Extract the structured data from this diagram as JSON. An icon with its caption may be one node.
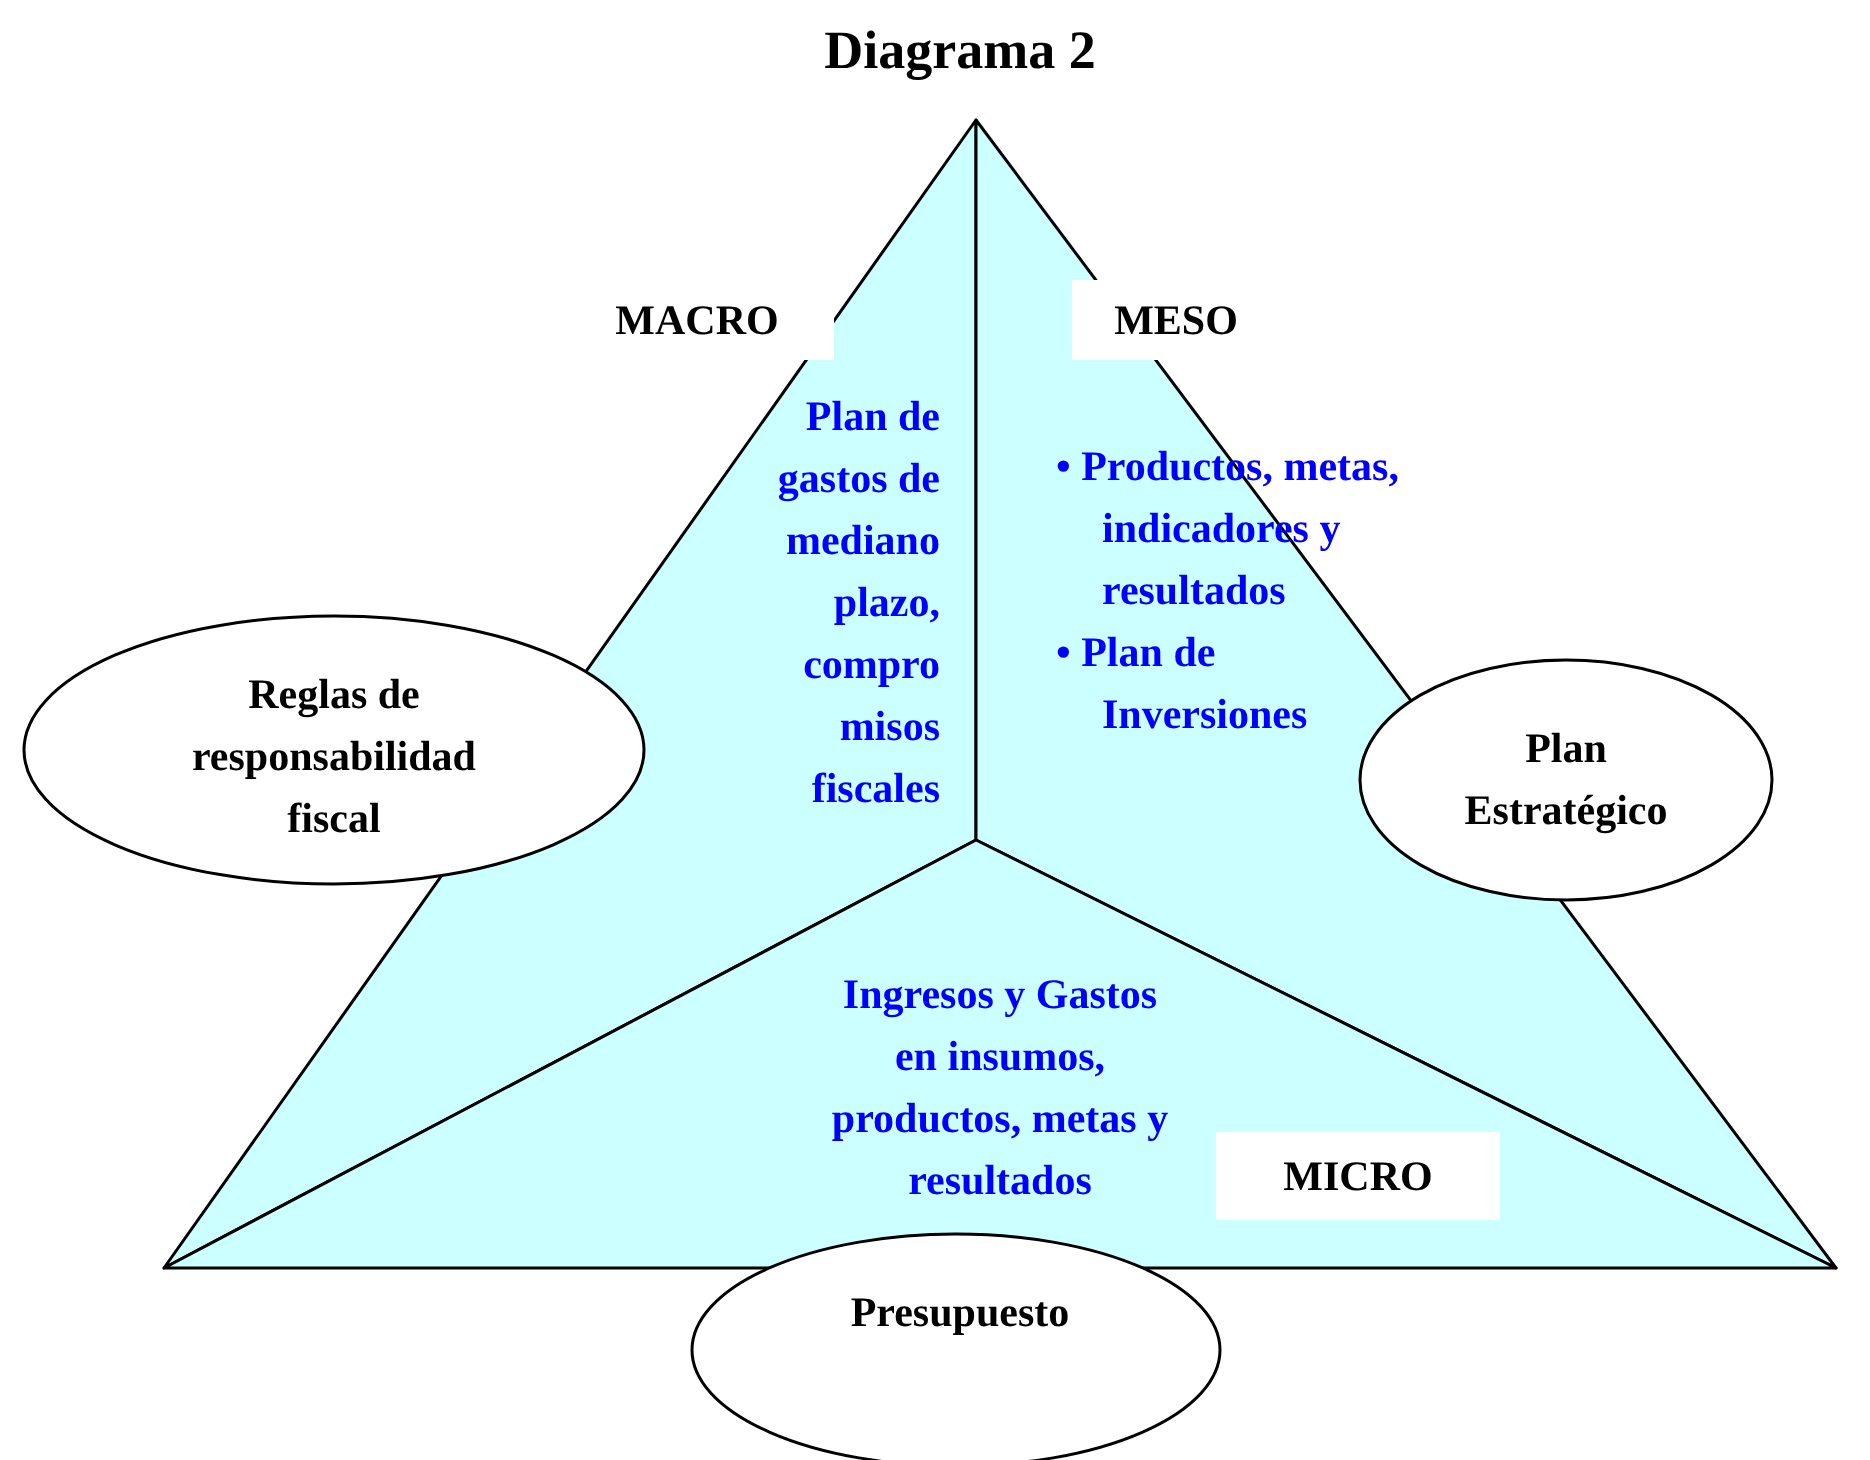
{
  "diagram": {
    "title": "Diagrama 2",
    "nodes": [
      {
        "text": [
          "MACRO",
          "Plan de gastos de mediano plazo, compro misos fiscales"
        ]
      },
      {
        "text": [
          "MESO",
          "• Productos, metas, indicadores y resultados",
          "• Plan de Inversiones"
        ]
      },
      {
        "text": [
          "Ingresos y Gastos en insumos, productos, metas y resultados",
          "MICRO"
        ]
      },
      {
        "text": [
          "Reglas de responsabilidad fiscal"
        ]
      },
      {
        "text": [
          "Plan Estratégico"
        ]
      },
      {
        "text": [
          "Presupuesto"
        ]
      }
    ]
  }
}
